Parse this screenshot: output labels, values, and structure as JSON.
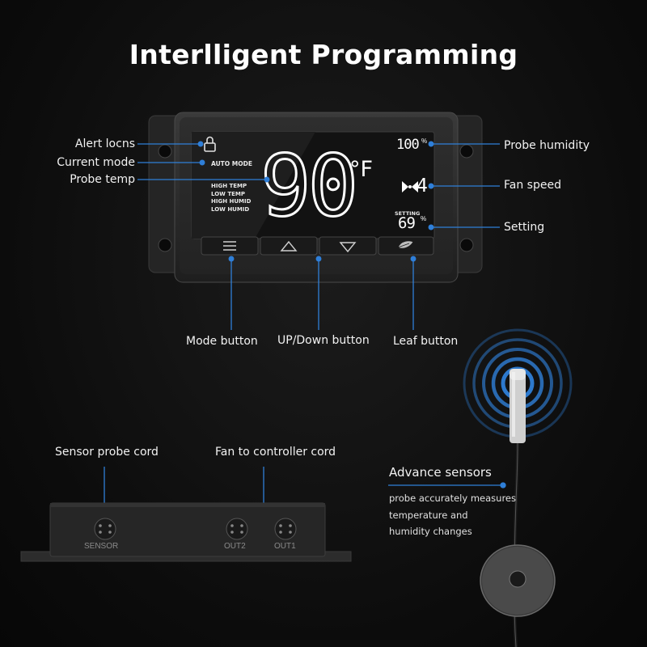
{
  "title": "Interlligent Programming",
  "colors": {
    "accent": "#2f7fd8",
    "background": "#0c0c0c",
    "screen": "#1a1a1a",
    "housing": "#2a2a2a"
  },
  "callouts": {
    "alert_icons": "Alert locns",
    "current_mode": "Current mode",
    "probe_temp": "Probe temp",
    "probe_humidity": "Probe humidity",
    "fan_speed": "Fan speed",
    "setting": "Setting",
    "mode_button": "Mode button",
    "up_down_button": "UP/Down button",
    "leaf_button": "Leaf button",
    "sensor_probe_cord": "Sensor probe cord",
    "fan_to_controller_cord": "Fan to controller cord"
  },
  "display": {
    "mode": "AUTO MODE",
    "alerts": [
      "HIGH TEMP",
      "LOW TEMP",
      "HIGH HUMID",
      "LOW HUMID"
    ],
    "temperature": "90",
    "temp_unit": "°F",
    "humidity": "100",
    "humidity_unit": "%",
    "fan_level": "4",
    "setting_label": "SETTING",
    "setting_value": "69",
    "setting_unit": "%"
  },
  "buttons": [
    {
      "name": "mode",
      "icon": "menu-icon"
    },
    {
      "name": "up",
      "icon": "triangle-up-icon"
    },
    {
      "name": "down",
      "icon": "triangle-down-icon"
    },
    {
      "name": "leaf",
      "icon": "leaf-icon"
    }
  ],
  "ports": {
    "sensor": "SENSOR",
    "out2": "OUT2",
    "out1": "OUT1"
  },
  "sensor_info": {
    "heading": "Advance sensors",
    "lines": [
      "probe accurately measures",
      "temperature and",
      "humidity changes"
    ]
  }
}
